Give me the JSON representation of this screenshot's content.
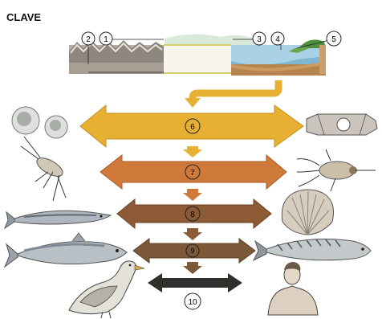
{
  "title": "CLAVE",
  "watermark": "",
  "labels": {
    "n1": "1",
    "n2": "2",
    "n3": "3",
    "n4": "4",
    "n5": "5",
    "n6": "6",
    "n7": "7",
    "n8": "8",
    "n9": "9",
    "n10": "10"
  },
  "colors": {
    "level6": "#e8b033",
    "level7": "#cf7a3a",
    "level8": "#8c5a35",
    "level9": "#7a5838",
    "level10": "#2f2f2c",
    "connector": "#e8b033",
    "water": "#a9d2e6",
    "soil": "#b8844e"
  },
  "icons": {
    "left": [
      "algae-cells-icon",
      "copepod-icon",
      "anchovy-icon",
      "herring-icon",
      "seabird-icon"
    ],
    "right": [
      "diatom-icon",
      "larva-icon",
      "scallop-icon",
      "mackerel-icon",
      "human-icon"
    ]
  }
}
